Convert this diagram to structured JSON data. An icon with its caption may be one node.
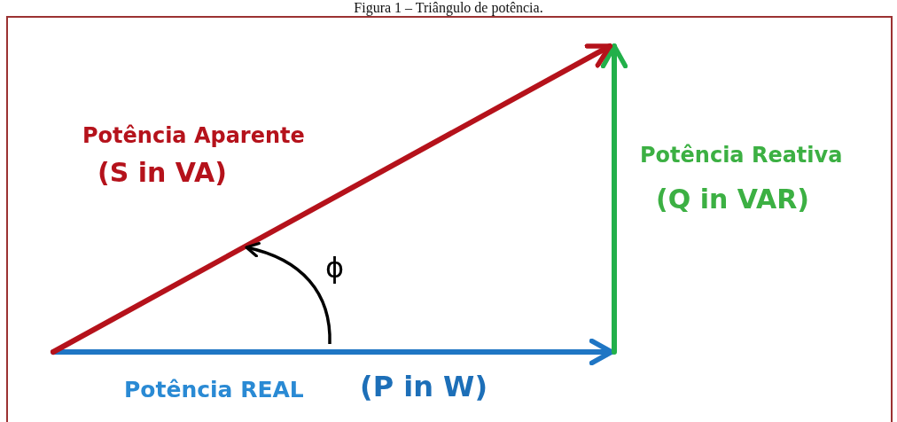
{
  "diagram": {
    "title": "Figura 1 – Triângulo de potência.",
    "labels": [
      "Potência Aparente",
      "(S in VA)",
      "Potência Reativa",
      "(Q in VAR)",
      "ϕ",
      "Potência REAL",
      "(P in W)"
    ]
  }
}
